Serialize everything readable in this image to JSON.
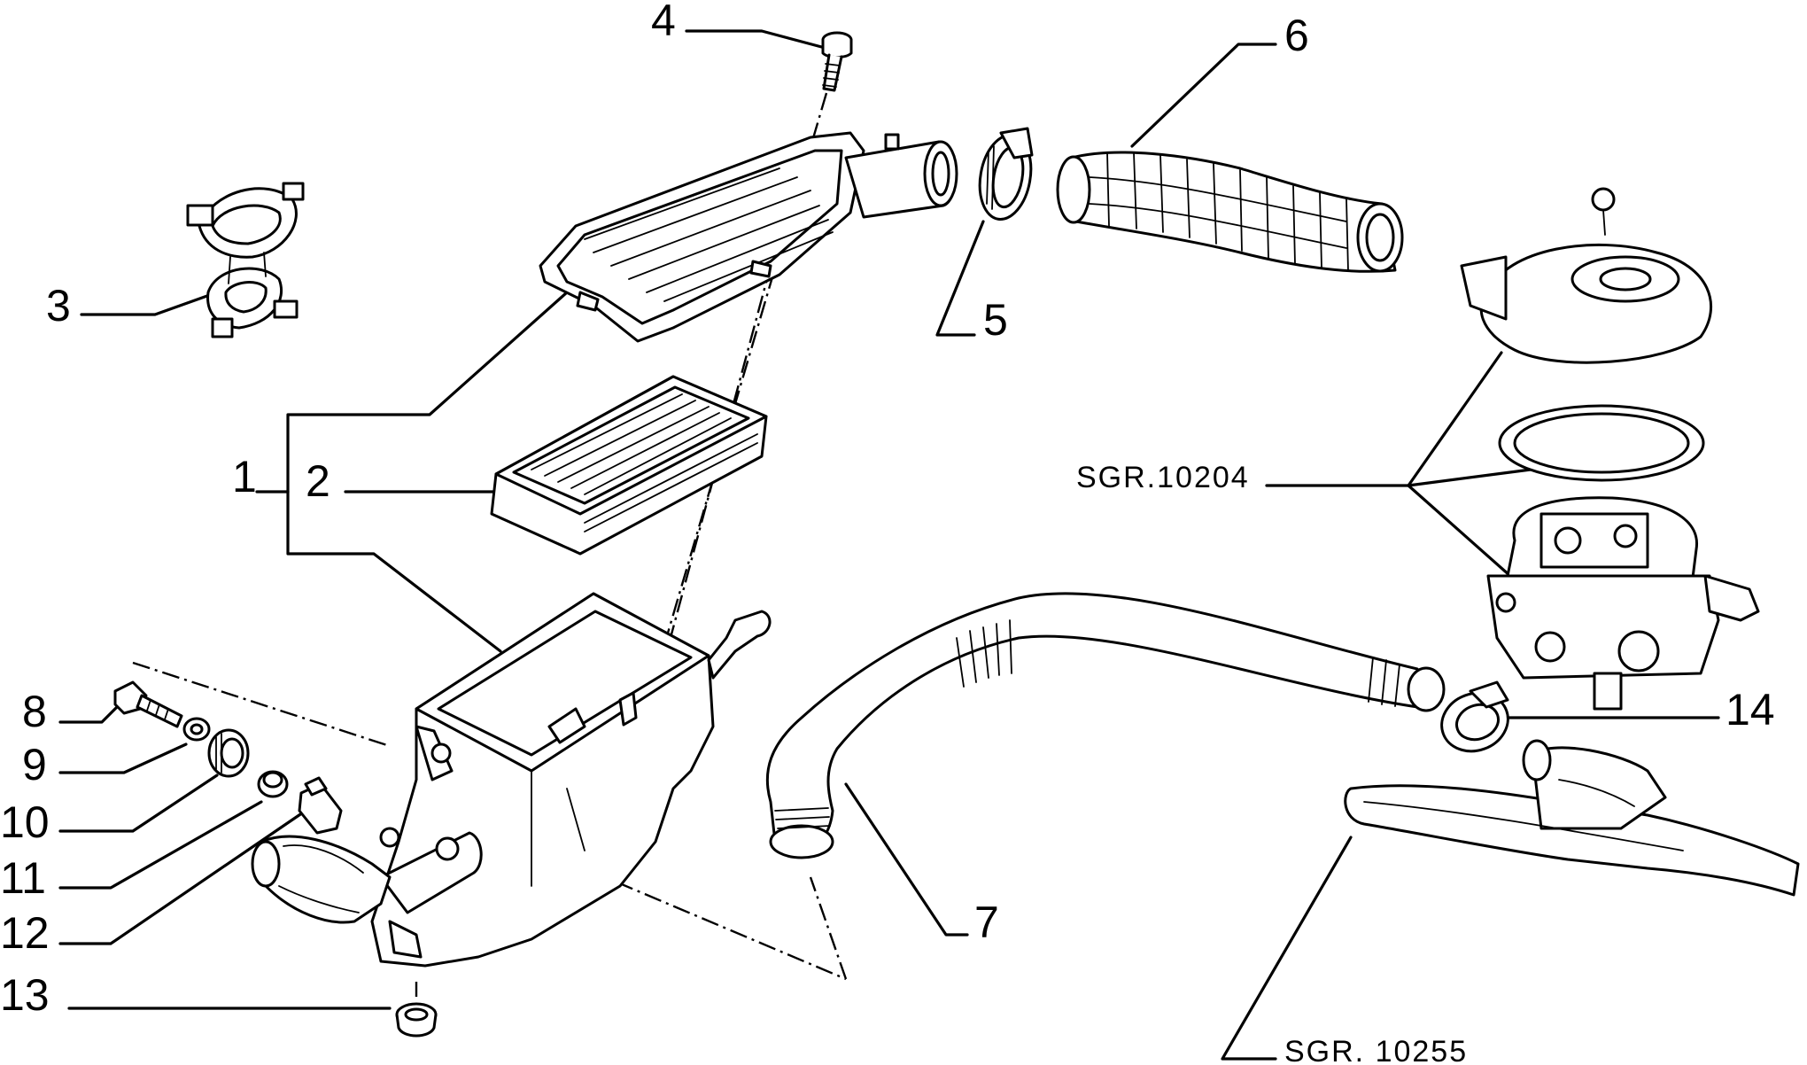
{
  "diagram": {
    "callouts": [
      {
        "id": "c1",
        "label": "1"
      },
      {
        "id": "c2",
        "label": "2"
      },
      {
        "id": "c3",
        "label": "3"
      },
      {
        "id": "c4",
        "label": "4"
      },
      {
        "id": "c5",
        "label": "5"
      },
      {
        "id": "c6",
        "label": "6"
      },
      {
        "id": "c7",
        "label": "7"
      },
      {
        "id": "c8",
        "label": "8"
      },
      {
        "id": "c9",
        "label": "9"
      },
      {
        "id": "c10",
        "label": "10"
      },
      {
        "id": "c11",
        "label": "11"
      },
      {
        "id": "c12",
        "label": "12"
      },
      {
        "id": "c13",
        "label": "13"
      },
      {
        "id": "c14",
        "label": "14"
      }
    ],
    "references": [
      {
        "id": "r1",
        "label": "SGR.10204"
      },
      {
        "id": "r2",
        "label": "SGR. 10255"
      }
    ],
    "parts": [
      {
        "id": "p1",
        "icon": "air-filter-housing-icon"
      },
      {
        "id": "p2",
        "icon": "filter-cartridge-icon"
      },
      {
        "id": "p3",
        "icon": "bracket-clip-icon"
      },
      {
        "id": "p4",
        "icon": "screw-icon"
      },
      {
        "id": "p5",
        "icon": "hose-clamp-icon"
      },
      {
        "id": "p6",
        "icon": "corrugated-hose-icon"
      },
      {
        "id": "p7",
        "icon": "hose-pipe-icon"
      },
      {
        "id": "p8",
        "icon": "bolt-icon"
      },
      {
        "id": "p9",
        "icon": "washer-icon"
      },
      {
        "id": "p10",
        "icon": "grommet-icon"
      },
      {
        "id": "p11",
        "icon": "bush-icon"
      },
      {
        "id": "p12",
        "icon": "pad-icon"
      },
      {
        "id": "p13",
        "icon": "drain-plug-icon"
      },
      {
        "id": "p14",
        "icon": "hose-clamp-icon"
      }
    ]
  }
}
